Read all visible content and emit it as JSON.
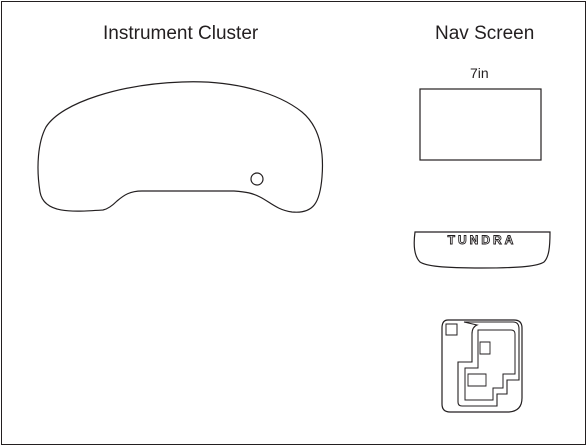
{
  "headings": {
    "instrument_cluster": "Instrument Cluster",
    "nav_screen": "Nav Screen"
  },
  "nav_screen_size": "7in",
  "badge_text": "TUNDRA",
  "colors": {
    "stroke": "#231f20",
    "background": "#ffffff"
  }
}
